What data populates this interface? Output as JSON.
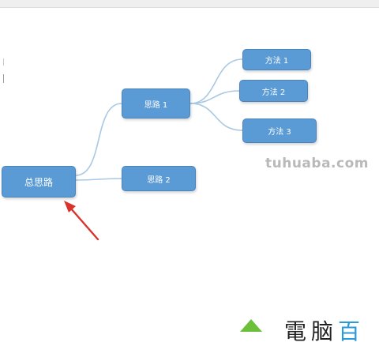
{
  "mindmap": {
    "root": "总思路",
    "branches": [
      {
        "label": "思路 1",
        "children": [
          "方法 1",
          "方法 2",
          "方法 3"
        ]
      },
      {
        "label": "思路 2",
        "children": []
      }
    ]
  },
  "watermark": "tuhuaba.com",
  "logo": {
    "text": "電脑",
    "accent": "百"
  },
  "colors": {
    "node_fill": "#5b9bd5",
    "node_border": "#4a84bb",
    "connector": "#a8c8e4",
    "arrow": "#d9332b",
    "logo_leaf": "#6cbf3a"
  }
}
